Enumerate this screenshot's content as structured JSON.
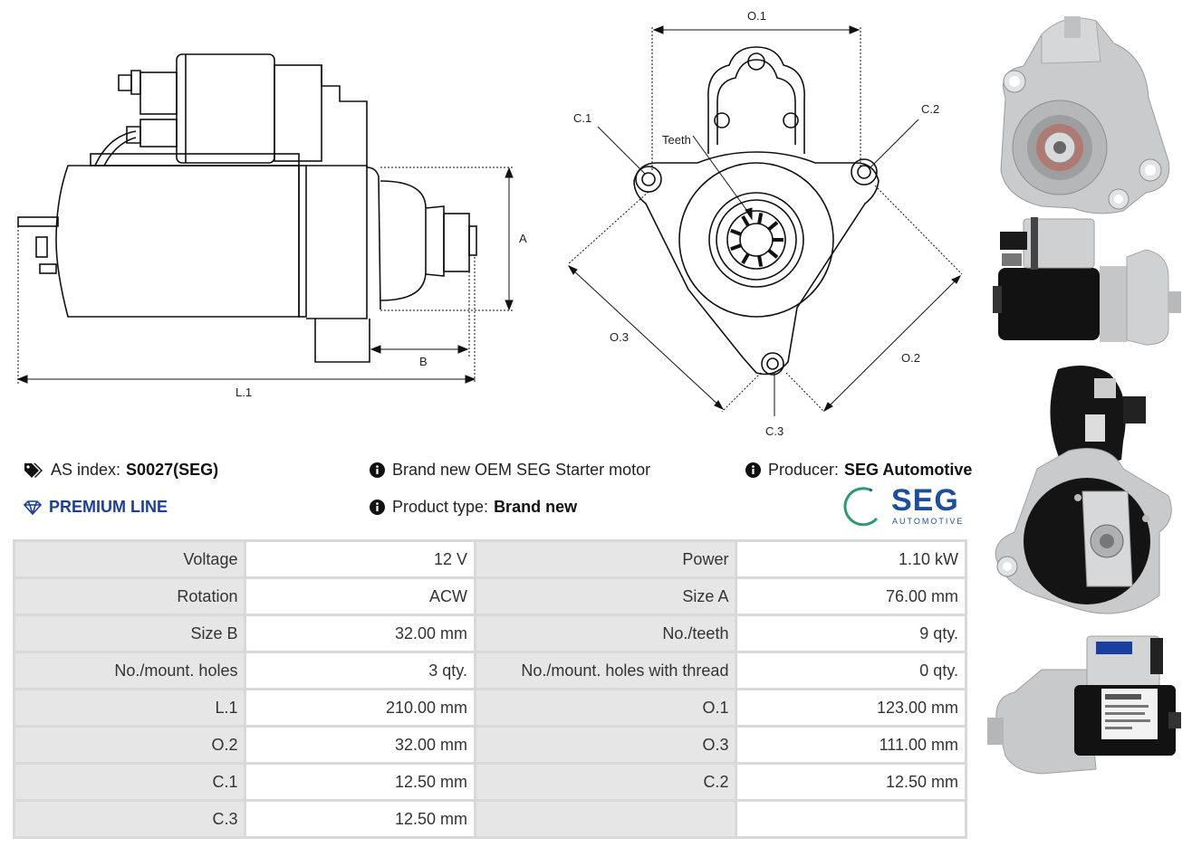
{
  "drawing": {
    "side_labels": {
      "a": "A",
      "b": "B",
      "l1": "L.1"
    },
    "front_labels": {
      "o1": "O.1",
      "o2": "O.2",
      "o3": "O.3",
      "c1": "C.1",
      "c2": "C.2",
      "c3": "C.3",
      "teeth": "Teeth"
    }
  },
  "info": {
    "as_index_label": "AS index:",
    "as_index_value": "S0027(SEG)",
    "premium": "PREMIUM LINE",
    "description": "Brand new OEM SEG Starter motor",
    "product_type_label": "Product type:",
    "product_type_value": "Brand new",
    "producer_label": "Producer:",
    "producer_value": "SEG Automotive"
  },
  "logo": {
    "name": "SEG",
    "sub": "AUTOMOTIVE",
    "color": "#1a4e9e",
    "ring_color": "#2a9d6f"
  },
  "specs": [
    [
      "Voltage",
      "12 V",
      "Power",
      "1.10 kW"
    ],
    [
      "Rotation",
      "ACW",
      "Size A",
      "76.00 mm"
    ],
    [
      "Size B",
      "32.00 mm",
      "No./teeth",
      "9 qty."
    ],
    [
      "No./mount. holes",
      "3 qty.",
      "No./mount. holes with thread",
      "0 qty."
    ],
    [
      "L.1",
      "210.00 mm",
      "O.1",
      "123.00 mm"
    ],
    [
      "O.2",
      "32.00 mm",
      "O.3",
      "111.00 mm"
    ],
    [
      "C.1",
      "12.50 mm",
      "C.2",
      "12.50 mm"
    ],
    [
      "C.3",
      "12.50 mm",
      "",
      ""
    ]
  ]
}
